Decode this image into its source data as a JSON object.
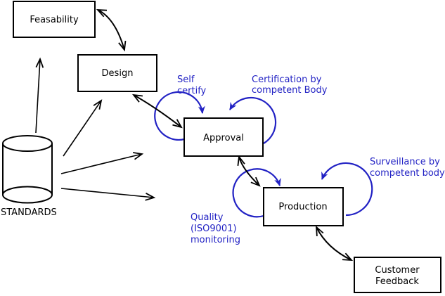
{
  "colors": {
    "annotation_blue": "#2222c4",
    "line_black": "#000000",
    "background": "#ffffff"
  },
  "diagram": {
    "nodes": {
      "feasability": {
        "label": "Feasability"
      },
      "design": {
        "label": "Design"
      },
      "approval": {
        "label": "Approval"
      },
      "production": {
        "label": "Production"
      },
      "customer_feedback": {
        "line1": "Customer",
        "line2": "Feedback"
      },
      "standards": {
        "label": "STANDARDS"
      }
    },
    "annotations": {
      "self_certify": {
        "line1": "Self",
        "line2": "certify"
      },
      "certification": {
        "line1": "Certification by",
        "line2": "competent Body"
      },
      "surveillance": {
        "line1": "Surveillance by",
        "line2": "competent body"
      },
      "quality": {
        "line1": "Quality",
        "line2": "(ISO9001)",
        "line3": "monitoring"
      }
    }
  }
}
